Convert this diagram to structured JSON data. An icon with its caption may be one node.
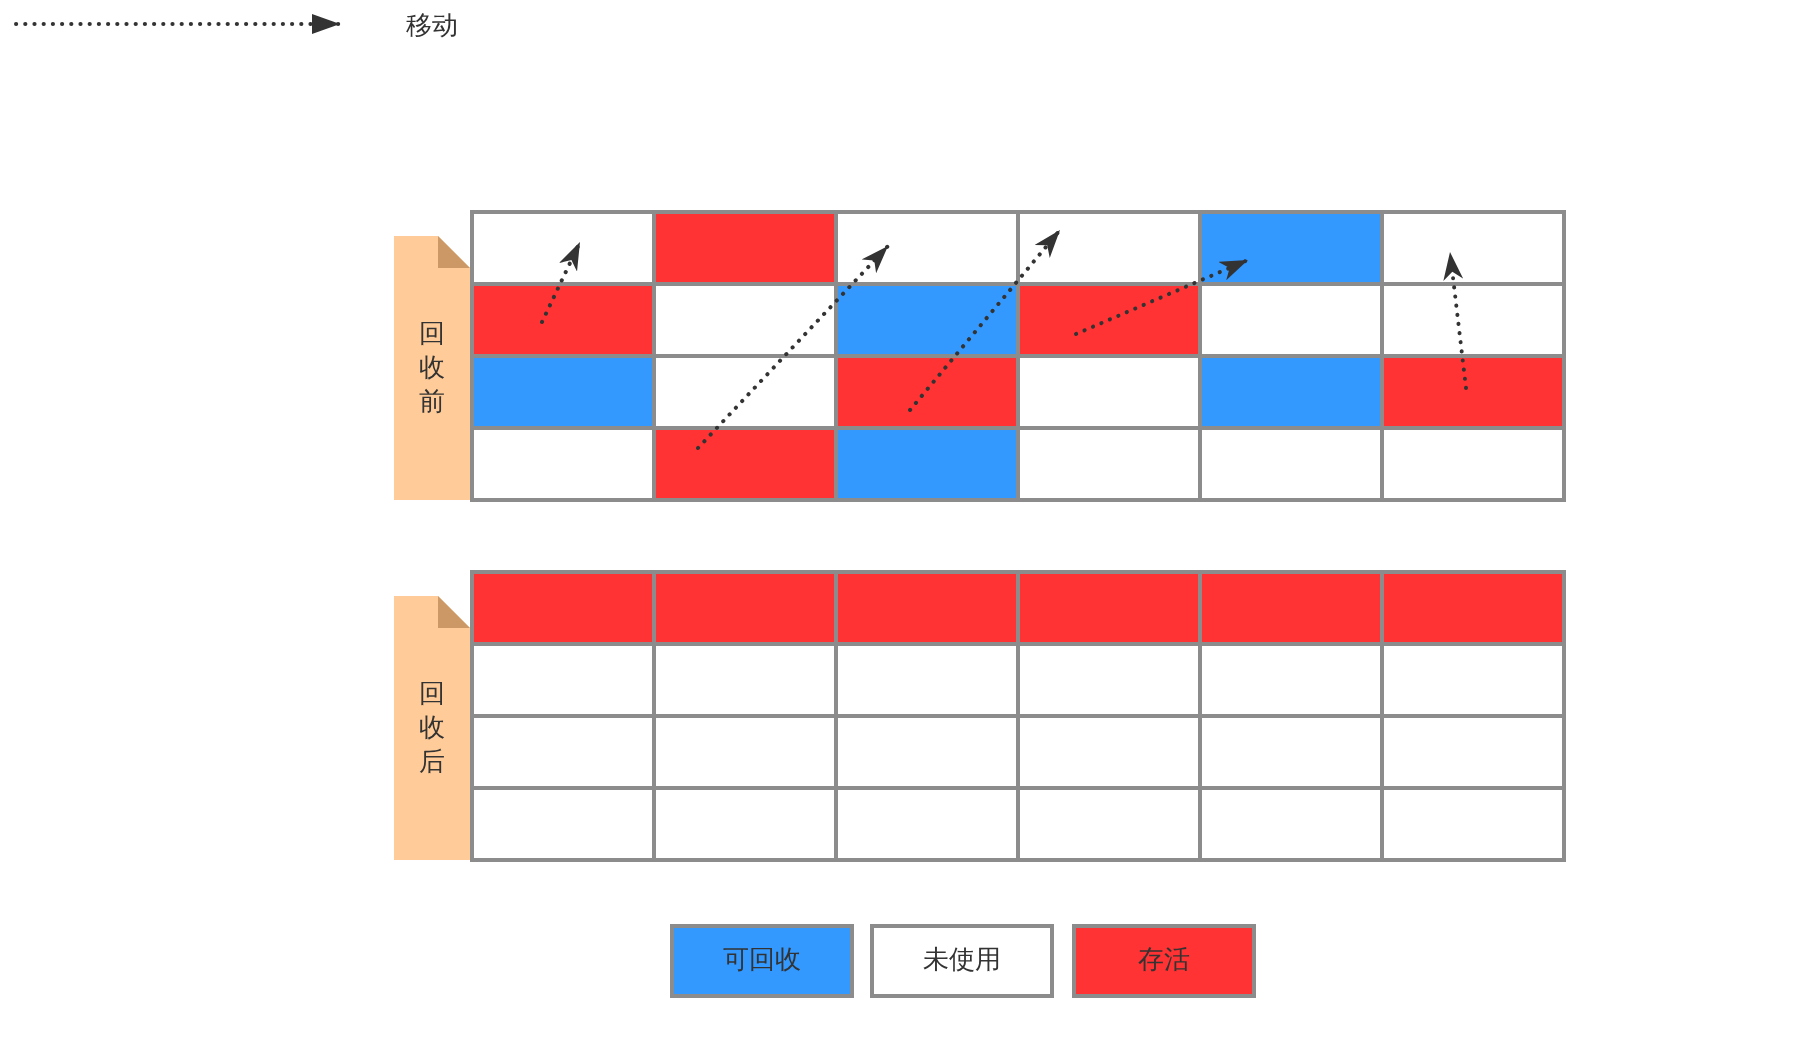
{
  "diagram": {
    "nodes": [
      {
        "text": [
          "回收前"
        ]
      },
      {
        "text": [],
        "shape": "box"
      },
      {
        "text": [],
        "shape": "box"
      },
      {
        "text": [],
        "shape": "box"
      },
      {
        "text": [],
        "shape": "box"
      },
      {
        "text": [],
        "shape": "box"
      },
      {
        "text": [],
        "shape": "box"
      },
      {
        "text": [],
        "shape": "box"
      },
      {
        "text": [],
        "shape": "box"
      },
      {
        "text": [],
        "shape": "box"
      },
      {
        "text": [],
        "shape": "box"
      },
      {
        "text": [
          "回收后"
        ]
      }
    ],
    "edges": [
      {
        "from": 6,
        "to": 1,
        "arrow": "to",
        "style": "dashed"
      },
      {
        "from": 10,
        "to": 2,
        "arrow": "to",
        "style": "dashed"
      },
      {
        "from": 8,
        "to": 3,
        "arrow": "to",
        "style": "dashed"
      },
      {
        "from": 7,
        "to": 4,
        "arrow": "to",
        "style": "dashed"
      },
      {
        "from": 9,
        "to": 5,
        "arrow": "to",
        "style": "dashed"
      }
    ],
    "legend": [
      {
        "text": "移动"
      },
      {
        "text": "可回收",
        "color": "#3399ff"
      },
      {
        "text": "未使用",
        "color": "#ffffff"
      },
      {
        "text": "存活",
        "color": "#ff3333"
      }
    ]
  }
}
